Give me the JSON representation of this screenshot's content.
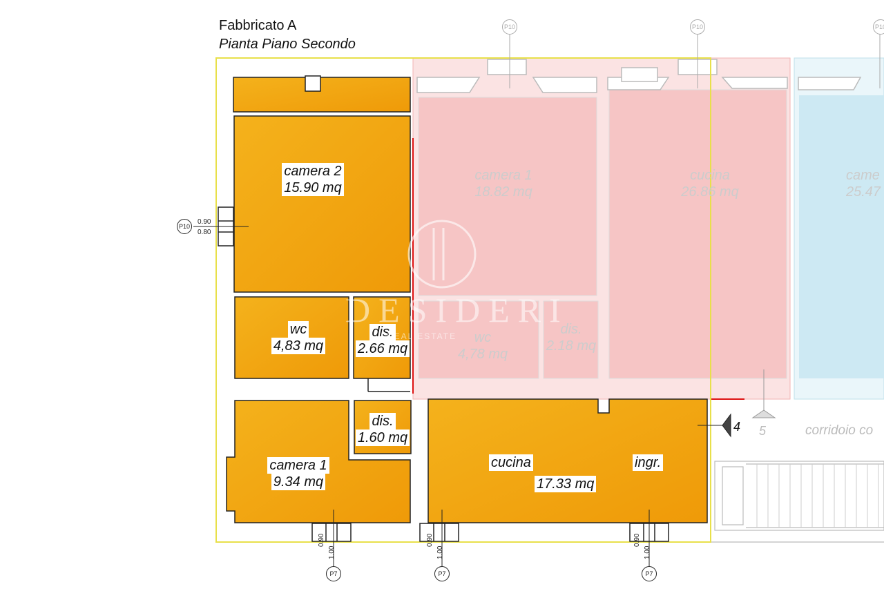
{
  "plan": {
    "building": "Fabbricato A",
    "floor": "Pianta Piano Secondo"
  },
  "rooms": {
    "camera2": {
      "name": "camera 2",
      "area": "15.90 mq"
    },
    "wc": {
      "name": "wc",
      "area": "4,83 mq"
    },
    "dis1": {
      "name": "dis.",
      "area": "2.66 mq"
    },
    "dis2": {
      "name": "dis.",
      "area": "1.60 mq"
    },
    "camera1": {
      "name": "camera 1",
      "area": "9.34 mq"
    },
    "cucina": {
      "name": "cucina",
      "area": "17.33 mq"
    },
    "ingresso": {
      "name": "ingr."
    }
  },
  "neighbor_rooms": {
    "camera1": {
      "name": "camera 1",
      "area": "18.82 mq"
    },
    "cucina": {
      "name": "cucina",
      "area": "26.86 mq"
    },
    "wc": {
      "name": "wc",
      "area": "4,78 mq"
    },
    "dis": {
      "name": "dis.",
      "area": "2.18 mq"
    },
    "camera_cut": {
      "name": "came",
      "area": "25.47"
    },
    "corridor": "corridoio co",
    "marker_4": "4",
    "marker_5": "5"
  },
  "window_tags": {
    "p10": "P10",
    "p7": "P7",
    "h090": "0.90",
    "h080": "0.80",
    "h100": "1.00"
  },
  "watermark": {
    "brand": "DESIDERI",
    "tagline": "REAL ESTATE"
  },
  "colors": {
    "unit_fill": "#f2a20f",
    "unit_outline": "#e8e04a",
    "neighbor_pink": "#f6caca",
    "neighbor_blue": "#cde9f3",
    "wall": "#222222"
  }
}
